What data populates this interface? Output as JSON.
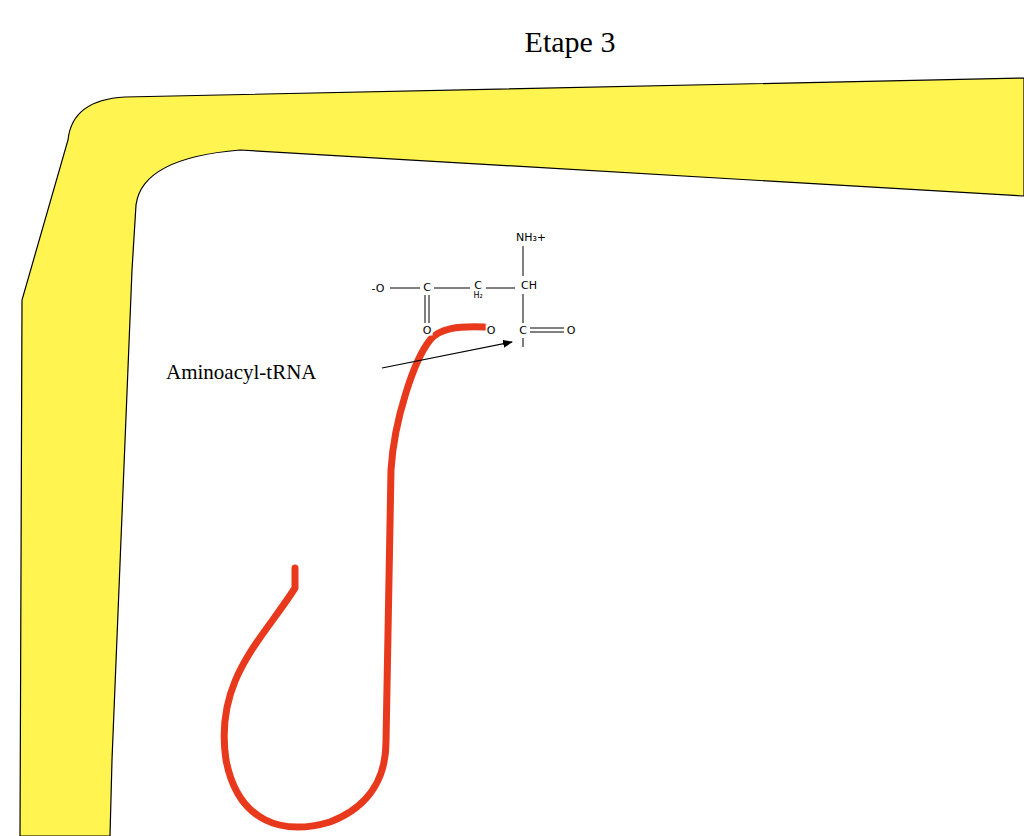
{
  "diagram": {
    "title": "Etape 3",
    "labels": [
      "Aminoacyl-tRNA",
      "NH₃+",
      "-O",
      "C",
      "C",
      "H₂",
      "CH",
      "O",
      "O",
      "C",
      "O"
    ]
  }
}
